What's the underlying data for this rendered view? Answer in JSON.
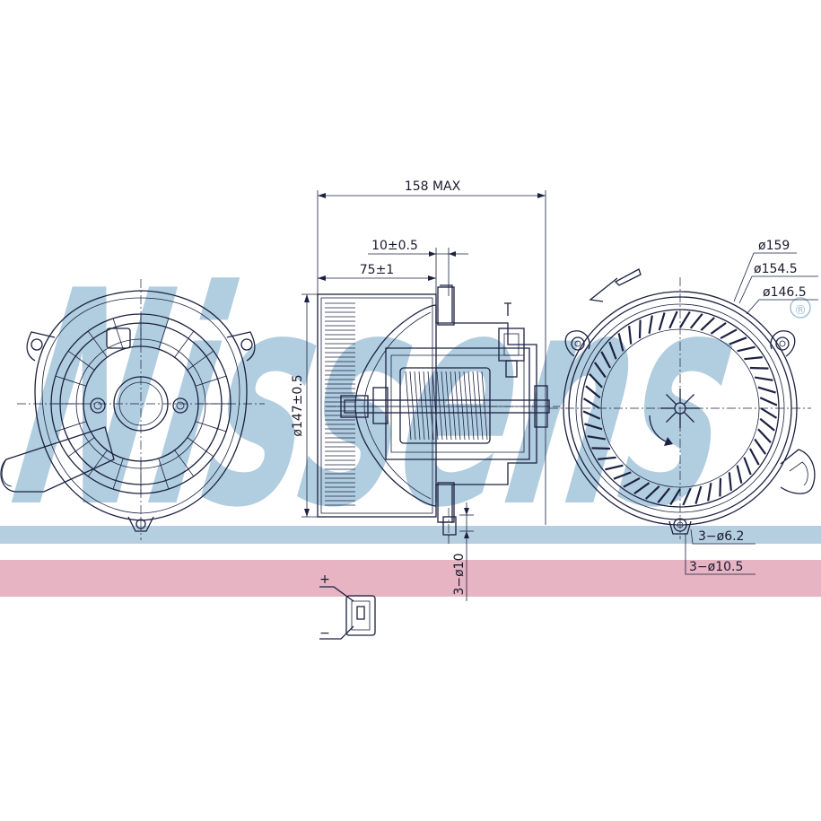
{
  "watermark": {
    "brand": "Nissens",
    "registered_mark": "®",
    "band_colors": {
      "blue": "#b6cfe0",
      "pink": "#e6b4c3",
      "letters": "#9ec0d8"
    }
  },
  "dimensions": {
    "overall_length": "158 MAX",
    "offset": "10±0.5",
    "wheel_depth": "75±1",
    "wheel_diameter": "ø147±0.5",
    "stud_holes": "3−ø10",
    "outer_diameter_1": "ø159",
    "outer_diameter_2": "ø154.5",
    "outer_diameter_3": "ø146.5",
    "mount_hole_inner": "3−ø6.2",
    "mount_hole_outer": "3−ø10.5"
  },
  "connector": {
    "positive_label": "+",
    "negative_label": "−"
  }
}
